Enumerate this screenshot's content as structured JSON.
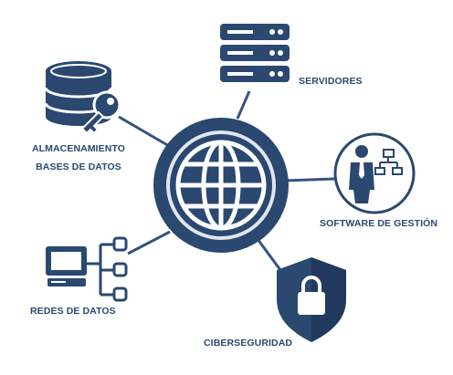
{
  "colors": {
    "navy": "#2a4870",
    "navy_dark": "#1f3a5e",
    "ring_light": "#dfe6ef",
    "line": "#35537c",
    "white": "#ffffff"
  },
  "center": {
    "icon": "globe-icon"
  },
  "nodes": [
    {
      "id": "servers",
      "icon": "server-rack-icon",
      "lines": [
        "SERVIDORES"
      ]
    },
    {
      "id": "storage",
      "icon": "database-key-icon",
      "lines": [
        "ALMACENAMIENTO",
        "BASES DE DATOS"
      ]
    },
    {
      "id": "software",
      "icon": "person-org-chart-icon",
      "lines": [
        "SOFTWARE DE GESTIÓN"
      ]
    },
    {
      "id": "networks",
      "icon": "computer-network-icon",
      "lines": [
        "REDES DE DATOS"
      ]
    },
    {
      "id": "security",
      "icon": "shield-lock-icon",
      "lines": [
        "CIBERSEGURIDAD"
      ]
    }
  ]
}
